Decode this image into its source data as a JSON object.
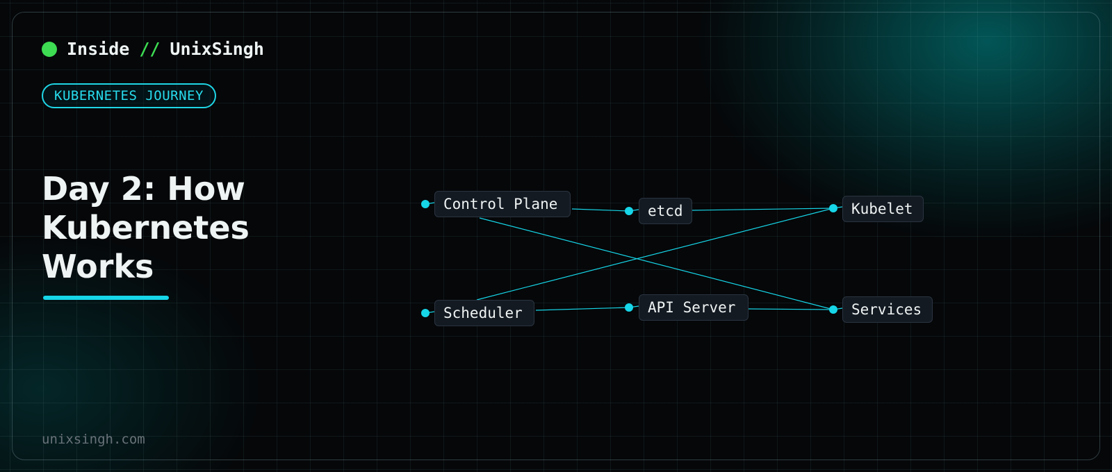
{
  "brand": {
    "name_left": "Inside",
    "separator": "//",
    "name_right": "UnixSingh"
  },
  "tag": "KUBERNETES JOURNEY",
  "title": {
    "line1": "Day 2: How",
    "line2": "Kubernetes",
    "line3": "Works"
  },
  "footer": "unixsingh.com",
  "colors": {
    "accent": "#16d6e8",
    "brand_dot": "#3ddc52",
    "background": "#050709",
    "node_bg": "#141a22"
  },
  "diagram": {
    "nodes": [
      {
        "id": "control-plane",
        "label": "Control Plane"
      },
      {
        "id": "etcd",
        "label": "etcd"
      },
      {
        "id": "kubelet",
        "label": "Kubelet"
      },
      {
        "id": "scheduler",
        "label": "Scheduler"
      },
      {
        "id": "api-server",
        "label": "API Server"
      },
      {
        "id": "services",
        "label": "Services"
      }
    ],
    "edges": [
      {
        "from": "control-plane",
        "to": "etcd"
      },
      {
        "from": "etcd",
        "to": "kubelet"
      },
      {
        "from": "control-plane",
        "to": "services"
      },
      {
        "from": "scheduler",
        "to": "kubelet"
      },
      {
        "from": "scheduler",
        "to": "api-server"
      },
      {
        "from": "api-server",
        "to": "services"
      }
    ]
  }
}
